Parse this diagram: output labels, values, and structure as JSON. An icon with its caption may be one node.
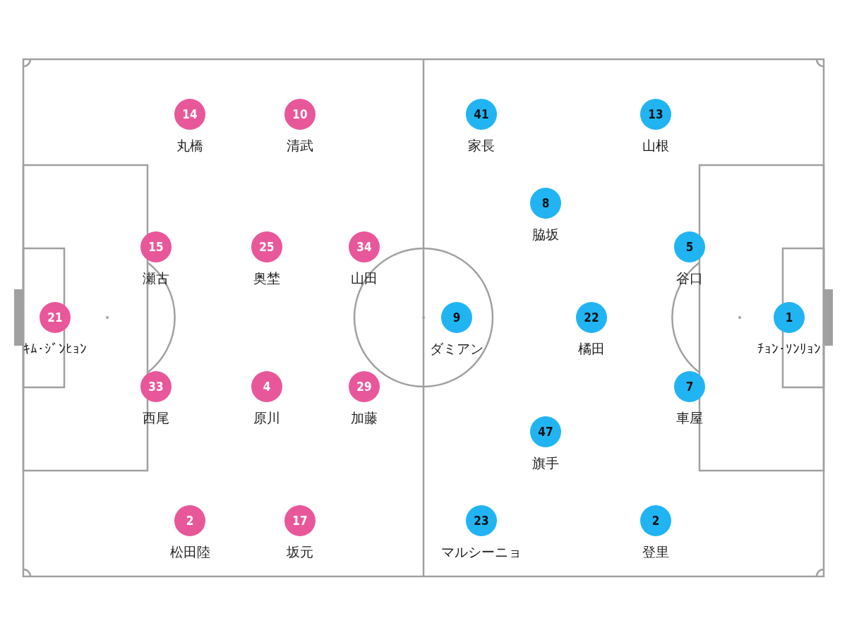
{
  "diagram": {
    "nodes": [
      {
        "text": [
          "14"
        ],
        "beside": [
          "丸橋"
        ]
      },
      {
        "text": [
          "10"
        ],
        "beside": [
          "清武"
        ]
      },
      {
        "text": [
          "15"
        ],
        "beside": [
          "瀬古"
        ]
      },
      {
        "text": [
          "25"
        ],
        "beside": [
          "奥埜"
        ]
      },
      {
        "text": [
          "34"
        ],
        "beside": [
          "山田"
        ]
      },
      {
        "text": [
          "21"
        ],
        "beside": [
          "ｷﾑ･ｼﾞﾝﾋｮﾝ"
        ]
      },
      {
        "text": [
          "33"
        ],
        "beside": [
          "西尾"
        ]
      },
      {
        "text": [
          "4"
        ],
        "beside": [
          "原川"
        ]
      },
      {
        "text": [
          "29"
        ],
        "beside": [
          "加藤"
        ]
      },
      {
        "text": [
          "2"
        ],
        "beside": [
          "松田陸"
        ]
      },
      {
        "text": [
          "17"
        ],
        "beside": [
          "坂元"
        ]
      },
      {
        "text": [
          "41"
        ],
        "beside": [
          "家長"
        ]
      },
      {
        "text": [
          "13"
        ],
        "beside": [
          "山根"
        ]
      },
      {
        "text": [
          "8"
        ],
        "beside": [
          "脇坂"
        ]
      },
      {
        "text": [
          "5"
        ],
        "beside": [
          "谷口"
        ]
      },
      {
        "text": [
          "9"
        ],
        "beside": [
          "ダミアン"
        ]
      },
      {
        "text": [
          "22"
        ],
        "beside": [
          "橘田"
        ]
      },
      {
        "text": [
          "1"
        ],
        "beside": [
          "ﾁｮﾝ･ｿﾝﾘｮﾝ"
        ]
      },
      {
        "text": [
          "7"
        ],
        "beside": [
          "車屋"
        ]
      },
      {
        "text": [
          "47"
        ],
        "beside": [
          "旗手"
        ]
      },
      {
        "text": [
          "23"
        ],
        "beside": [
          "マルシーニョ"
        ]
      },
      {
        "text": [
          "2"
        ],
        "beside": [
          "登里"
        ]
      }
    ]
  }
}
